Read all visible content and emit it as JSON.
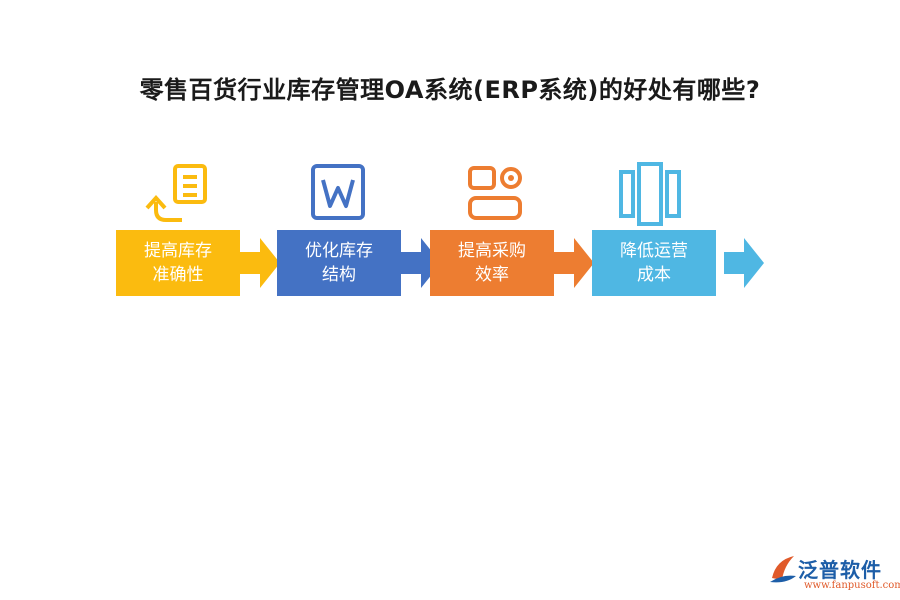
{
  "title": "零售百货行业库存管理OA系统(ERP系统)的好处有哪些?",
  "steps": [
    {
      "line1": "提高库存",
      "line2": "准确性",
      "color": "#FBBB0F",
      "icon": "document-return-icon"
    },
    {
      "line1": "优化库存",
      "line2": "结构",
      "color": "#4472C4",
      "icon": "word-document-icon"
    },
    {
      "line1": "提高采购",
      "line2": "效率",
      "color": "#ED7D31",
      "icon": "toggle-panel-icon"
    },
    {
      "line1": "降低运营",
      "line2": "成本",
      "color": "#4FB7E3",
      "icon": "columns-icon"
    }
  ],
  "logo": {
    "name": "泛普软件",
    "url": "www.fanpusoft.com",
    "color": "#1d5ea8"
  }
}
